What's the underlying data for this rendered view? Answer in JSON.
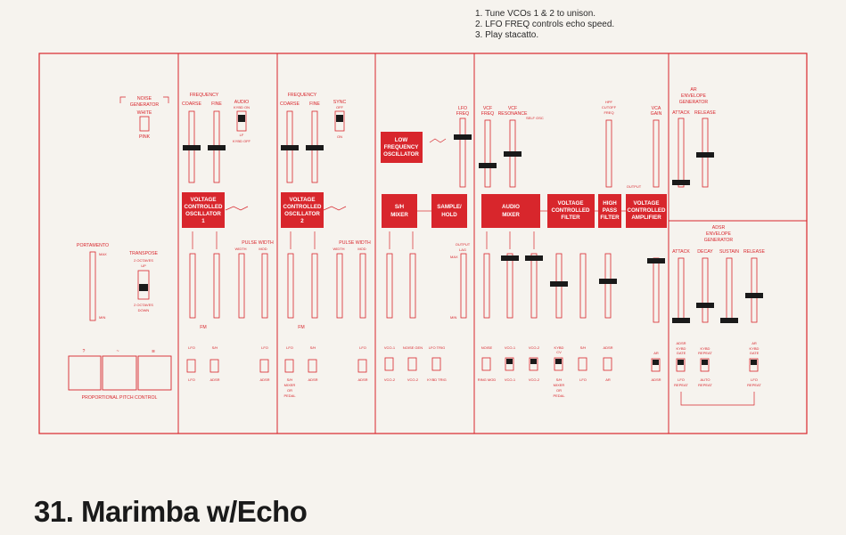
{
  "instructions": [
    "1. Tune VCOs 1 & 2 to unison.",
    "2. LFO FREQ controls echo speed.",
    "3. Play stacatto."
  ],
  "patch_title": "31. Marimba w/Echo",
  "colors": {
    "panel_red": "#d8262c",
    "paper": "#f6f3ee",
    "knob": "#1a1a1a"
  },
  "noise": {
    "title1": "NOISE",
    "title2": "GENERATOR",
    "white": "WHITE",
    "pink": "PINK"
  },
  "portamento": {
    "label": "PORTAMENTO",
    "max": "MAX",
    "min": "MIN"
  },
  "transpose": {
    "label": "TRANSPOSE",
    "up1": "2 OCTAVES",
    "up2": "UP",
    "down1": "2 OCTAVES",
    "down2": "DOWN"
  },
  "ppc": {
    "label": "PROPORTIONAL PITCH CONTROL",
    "syms": [
      "?",
      "~",
      "≋"
    ]
  },
  "vco1": {
    "frequency": "FREQUENCY",
    "coarse": "COARSE",
    "fine": "FINE",
    "audio": "AUDIO",
    "kybd_on": "KYBD ON",
    "lf": "LF",
    "kybd_off": "KYBD OFF",
    "box": [
      "VOLTAGE",
      "CONTROLLED",
      "OSCILLATOR",
      "1"
    ],
    "pulse_width": "PULSE WIDTH",
    "width": "WIDTH",
    "mod": "MOD",
    "fm": "FM",
    "lfo": "LFO",
    "sh": "S/H",
    "adsr": "ADSR"
  },
  "vco2": {
    "frequency": "FREQUENCY",
    "coarse": "COARSE",
    "fine": "FINE",
    "sync": "SYNC",
    "off": "OFF",
    "on": "ON",
    "box": [
      "VOLTAGE",
      "CONTROLLED",
      "OSCILLATOR",
      "2"
    ],
    "pulse_width": "PULSE WIDTH",
    "width": "WIDTH",
    "mod": "MOD",
    "fm": "FM",
    "lfo": "LFO",
    "sh": "S/H",
    "sh_mixer": [
      "S/H",
      "MIXER",
      "OR",
      "PEDAL"
    ],
    "adsr": "ADSR"
  },
  "lfo_sh": {
    "lfo_box": [
      "LOW",
      "FREQUENCY",
      "OSCILLATOR"
    ],
    "lfo_freq": [
      "LFO",
      "FREQ"
    ],
    "sh_mixer_box": [
      "S/H",
      "MIXER"
    ],
    "sample_hold_box": [
      "SAMPLE/",
      "HOLD"
    ],
    "output_lag": [
      "OUTPUT",
      "LAG"
    ],
    "max": "MAX",
    "min": "MIN",
    "src": [
      "VCO-1",
      "NOISE GEN",
      "LFO TRIG"
    ],
    "src2": [
      "VCO-2",
      "VCO-2",
      "KYBD TRIG"
    ]
  },
  "mixer": {
    "vcf_freq": [
      "VCF",
      "FREQ"
    ],
    "vcf_res": [
      "VCF",
      "RESONANCE"
    ],
    "self_osc": "SELF OSC",
    "box": [
      "AUDIO",
      "MIXER"
    ],
    "ins": [
      "NOISE",
      "VCO-1",
      "VCO-2"
    ],
    "ins2": [
      "RING MOD",
      "VCO-1",
      "VCO-2"
    ]
  },
  "vcf": {
    "box": [
      "VOLTAGE",
      "CONTROLLED",
      "FILTER"
    ],
    "hpf_box": [
      "HIGH",
      "PASS",
      "FILTER"
    ],
    "hpf_label": [
      "HPF",
      "CUTOFF",
      "FREQ"
    ],
    "kybd_cv": [
      "KYBD",
      "CV"
    ],
    "sh_mixer": [
      "S/H",
      "MIXER",
      "OR",
      "PEDAL"
    ],
    "sh": "S/H",
    "lfo": "LFO",
    "adsr": "ADSR",
    "ar": "AR"
  },
  "vca": {
    "gain": [
      "VCA",
      "GAIN"
    ],
    "box": [
      "VOLTAGE",
      "CONTROLLED",
      "AMPLIFIER"
    ],
    "output": "OUTPUT",
    "ar": "AR",
    "adsr": "ADSR"
  },
  "env": {
    "ar_title": [
      "AR",
      "ENVELOPE",
      "GENERATOR"
    ],
    "attack": "ATTACK",
    "release": "RELEASE",
    "adsr_title": [
      "ADSR",
      "ENVELOPE",
      "GENERATOR"
    ],
    "decay": "DECAY",
    "sustain": "SUSTAIN",
    "adsr": "ADSR",
    "kybd_gate": [
      "KYBD",
      "GATE"
    ],
    "kybd_repeat": [
      "KYBD",
      "REPEAT"
    ],
    "auto_repeat": [
      "AUTO",
      "REPEAT"
    ],
    "lfo_repeat": [
      "LFO",
      "REPEAT"
    ],
    "ar": "AR"
  }
}
